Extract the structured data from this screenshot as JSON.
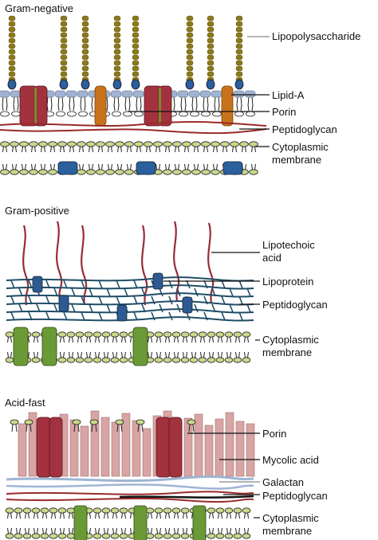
{
  "panels": [
    {
      "title": "Gram-negative",
      "labels": {
        "lps": "Lipopolysaccharide",
        "lipid_a": "Lipid-A",
        "porin": "Porin",
        "peptidoglycan": "Peptidoglycan",
        "cyto_1": "Cytoplasmic",
        "cyto_2": "membrane"
      }
    },
    {
      "title": "Gram-positive",
      "labels": {
        "lta_1": "Lipotechoic",
        "lta_2": "acid",
        "lipoprotein": "Lipoprotein",
        "peptidoglycan": "Peptidoglycan",
        "cyto_1": "Cytoplasmic",
        "cyto_2": "membrane"
      }
    },
    {
      "title": "Acid-fast",
      "labels": {
        "porin": "Porin",
        "mycolic": "Mycolic acid",
        "galactan": "Galactan",
        "peptidoglycan": "Peptidoglycan",
        "cyto_1": "Cytoplasmic",
        "cyto_2": "membrane"
      }
    }
  ],
  "colors": {
    "lps_chain": "#8a7a1c",
    "lipid_head": "#9fb4d4",
    "porin": "#a3323f",
    "porin_orange": "#c8731c",
    "peptidoglycan": "#9a2a2a",
    "membrane_head": "#c8d98a",
    "membrane_protein": "#2b5f9e",
    "lta": "#9a2a3a",
    "pg_mesh": "#1f4d66",
    "green_protein": "#6a9a35",
    "mycolic": "#d8a4a4",
    "galactan": "#9fb4d4"
  }
}
